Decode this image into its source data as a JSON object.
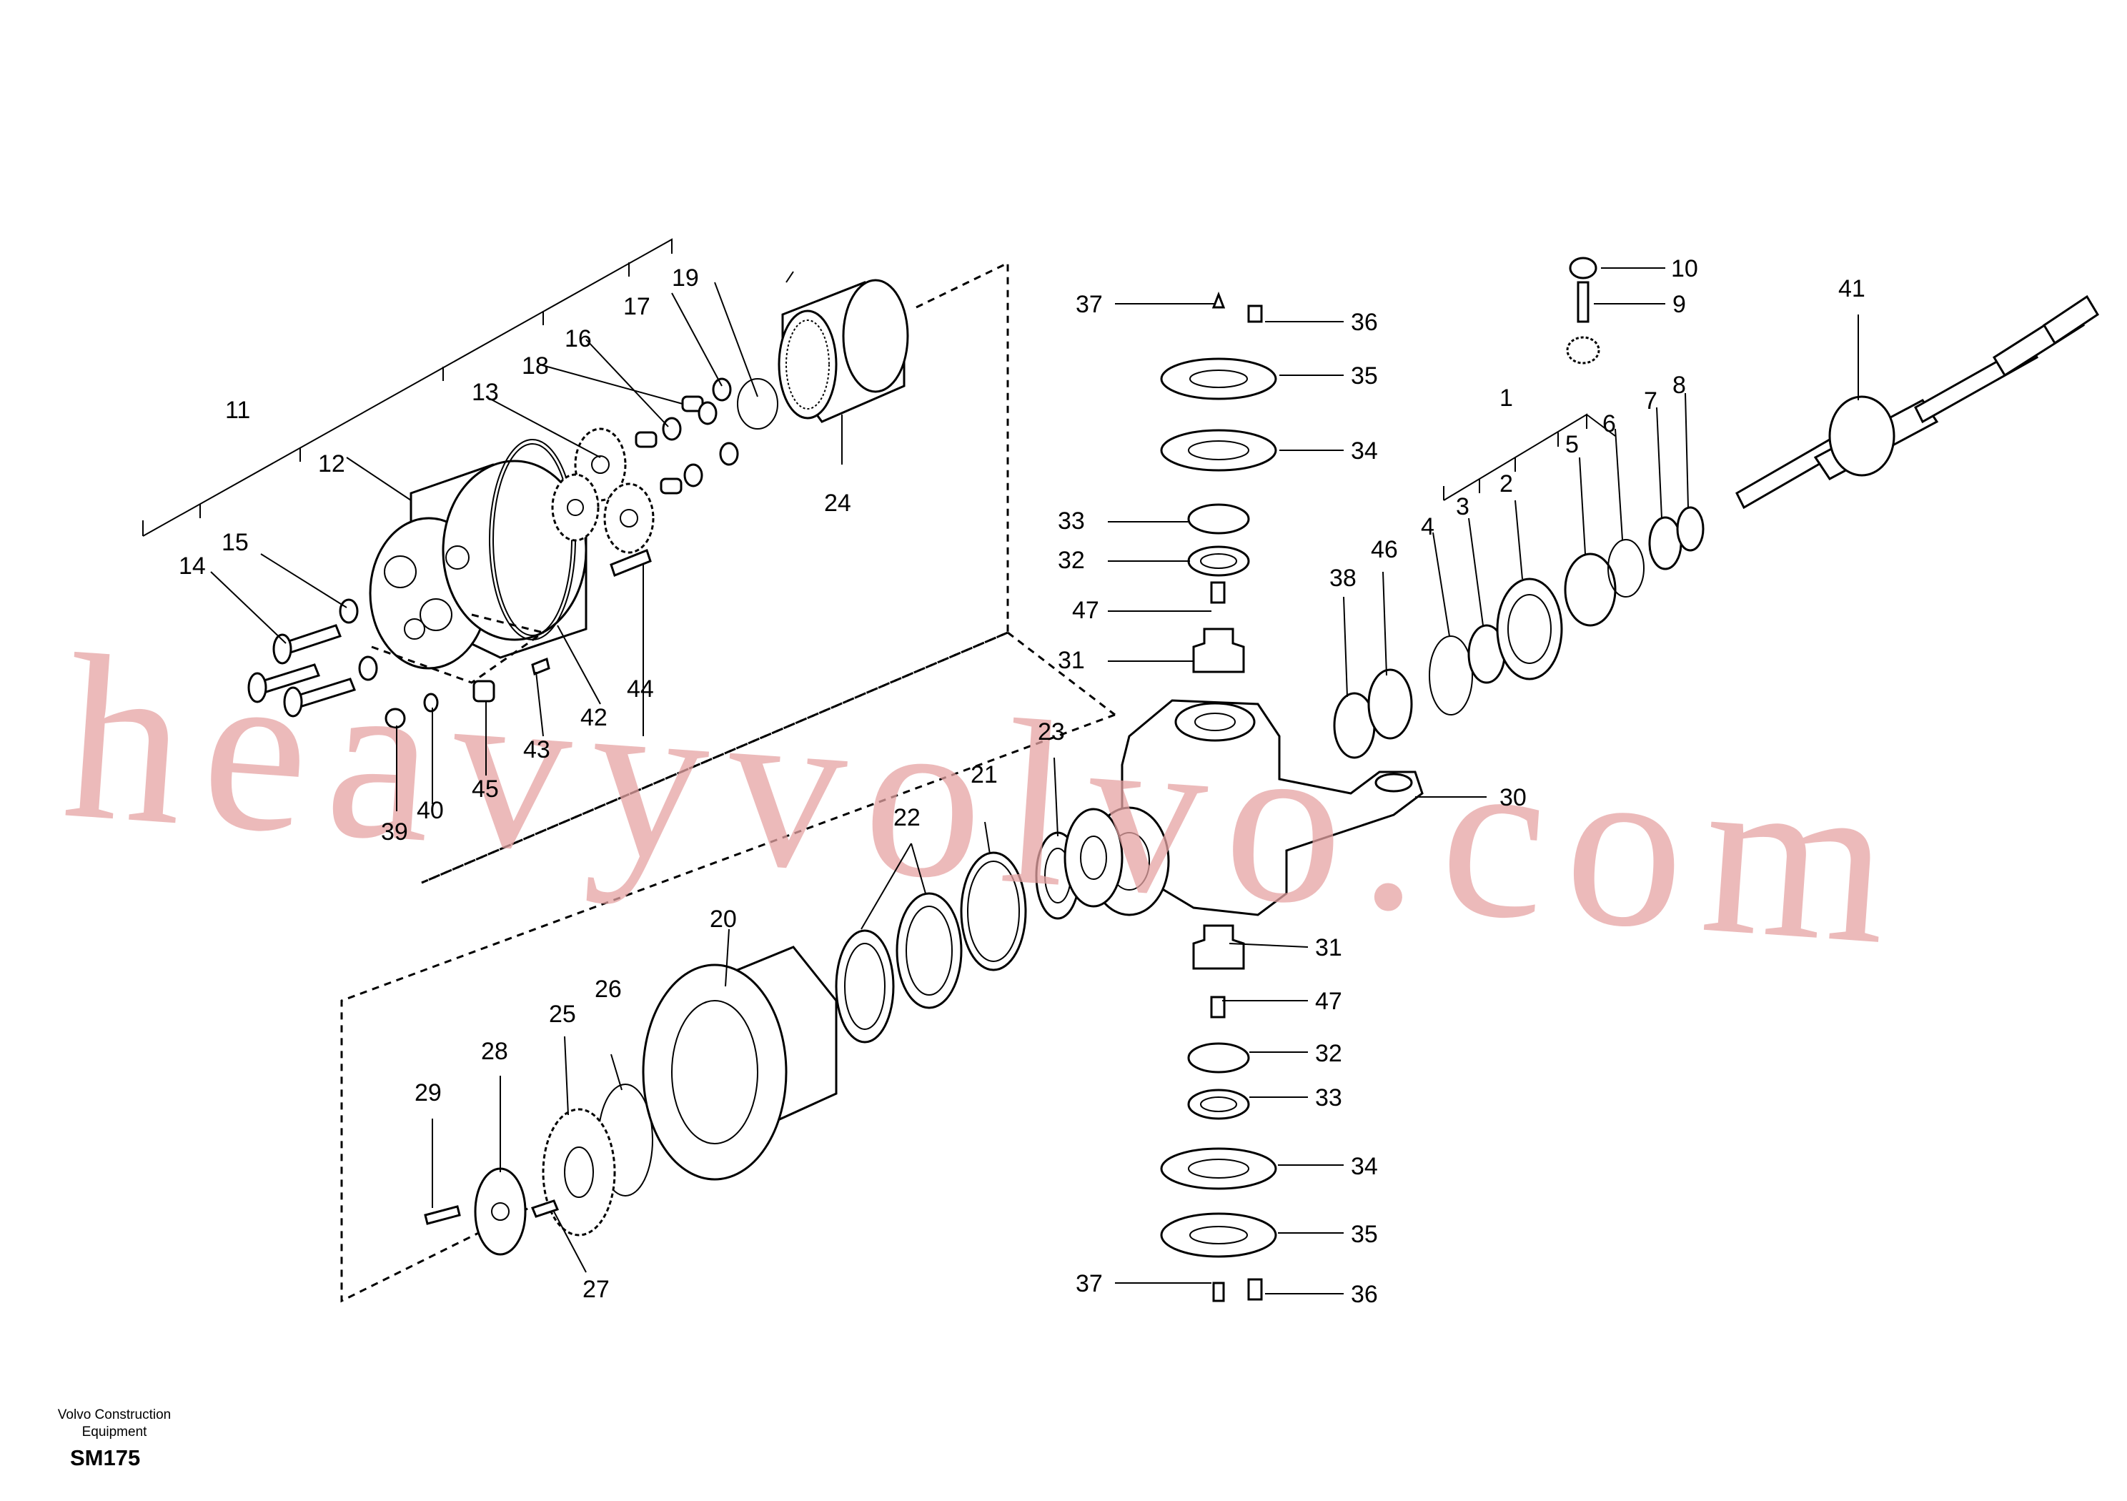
{
  "diagram": {
    "callouts": [
      "1",
      "2",
      "3",
      "4",
      "5",
      "6",
      "7",
      "8",
      "9",
      "10",
      "11",
      "12",
      "13",
      "14",
      "15",
      "16",
      "17",
      "18",
      "19",
      "20",
      "21",
      "22",
      "23",
      "24",
      "25",
      "26",
      "27",
      "28",
      "29",
      "30",
      "31",
      "31",
      "32",
      "32",
      "33",
      "33",
      "34",
      "34",
      "35",
      "35",
      "36",
      "36",
      "37",
      "37",
      "38",
      "39",
      "40",
      "41",
      "42",
      "43",
      "44",
      "45",
      "46",
      "47",
      "47"
    ]
  },
  "watermark": "heavyvolvo.com",
  "footer": {
    "brand_line1": "Volvo Construction",
    "brand_line2": "Equipment",
    "code": "SM175"
  }
}
